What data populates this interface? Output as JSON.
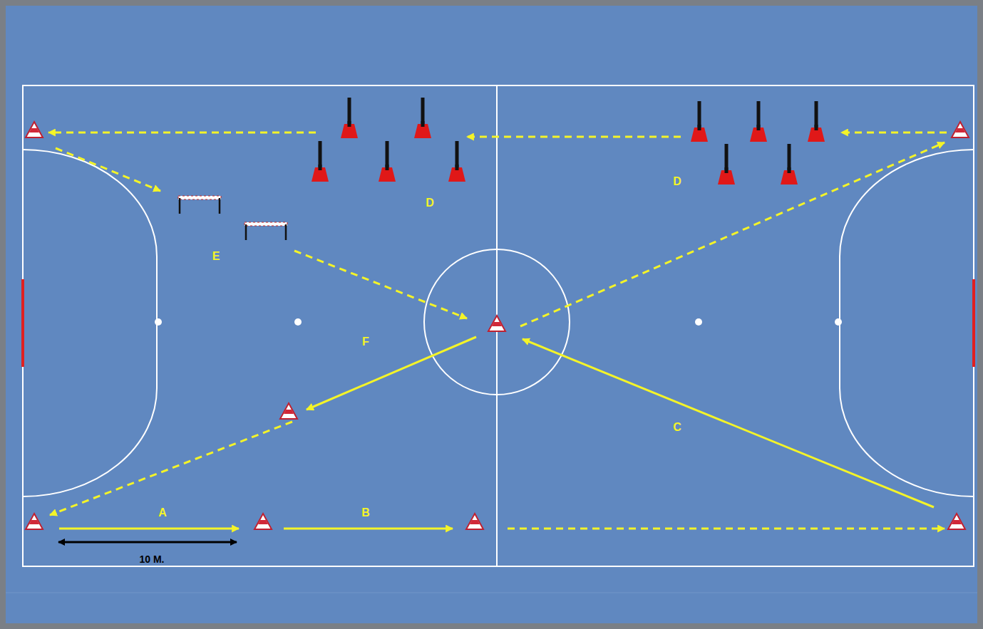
{
  "diagram": {
    "labels": [
      "A",
      "B",
      "C",
      "D",
      "D",
      "E",
      "F",
      "10 M."
    ]
  }
}
